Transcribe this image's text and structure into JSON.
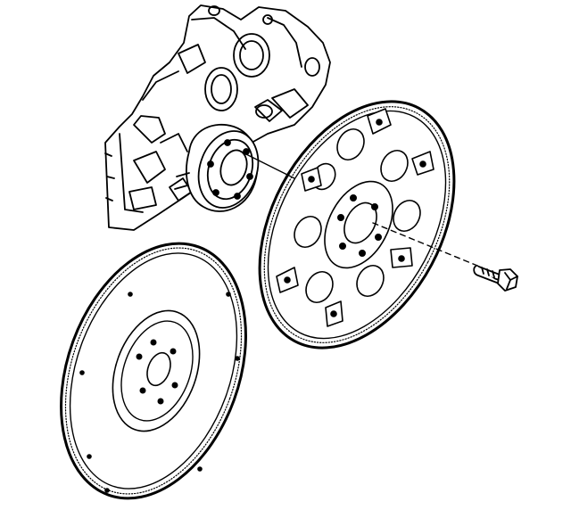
{
  "diagram": {
    "kind": "exploded-view line drawing",
    "parts": [
      {
        "id": "engine-block-rear",
        "icon": "engine-block-icon"
      },
      {
        "id": "crankshaft-flange",
        "icon": "crankshaft-flange-icon"
      },
      {
        "id": "flexplate",
        "icon": "flexplate-icon"
      },
      {
        "id": "flywheel",
        "icon": "flywheel-icon"
      },
      {
        "id": "flexplate-bolt",
        "icon": "bolt-icon"
      }
    ],
    "colors": {
      "line": "#000000",
      "paper": "#ffffff"
    }
  }
}
